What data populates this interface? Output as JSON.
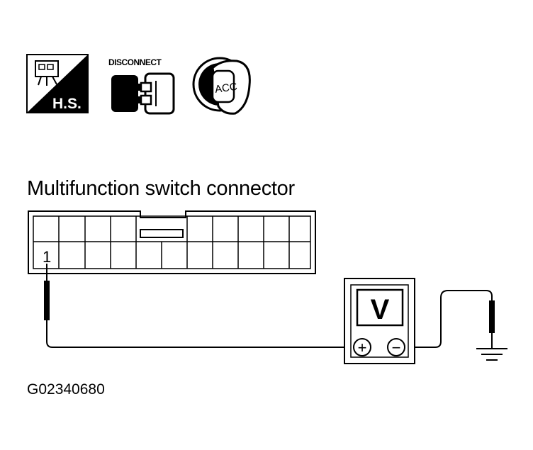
{
  "icons": {
    "hs_label": "H.S.",
    "disconnect_label": "DISCONNECT",
    "key_label": "ACC"
  },
  "connector": {
    "title": "Multifunction switch connector",
    "pin_label": "1"
  },
  "meter": {
    "label": "V",
    "positive_symbol": "+",
    "negative_symbol": "−"
  },
  "figure_code": "G02340680"
}
